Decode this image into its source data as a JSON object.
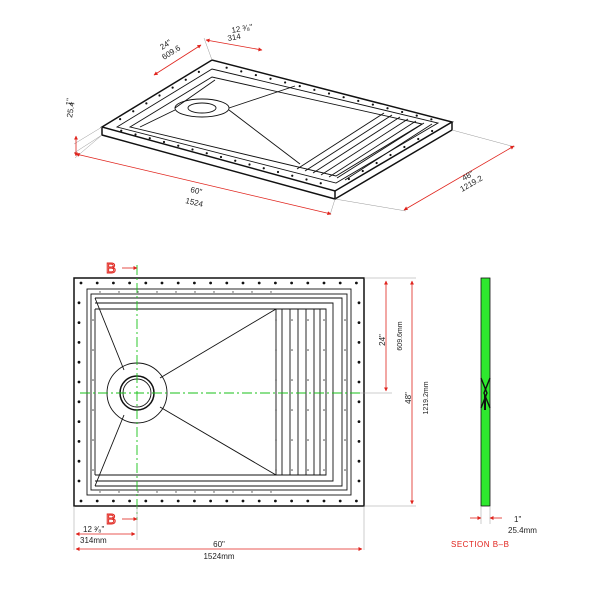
{
  "iso_view": {
    "depth_in": "24\"",
    "depth_mm": "609.6",
    "drain_in": "12 ³⁄₈\"",
    "drain_mm": "314",
    "thickness_in": "1\"",
    "thickness_mm": "25.4",
    "length_in": "60\"",
    "length_mm": "1524",
    "width_in": "48\"",
    "width_mm": "1219.2"
  },
  "plan_view": {
    "section_marker": "B",
    "depth_in": "24\"",
    "depth_mm": "609.6mm",
    "width_in": "48\"",
    "width_mm": "1219.2mm",
    "drain_in": "12 ³⁄₈\"",
    "drain_mm": "314mm",
    "length_in": "60\"",
    "length_mm": "1524mm"
  },
  "section_view": {
    "thickness_in": "1\"",
    "thickness_mm": "25.4mm",
    "title": "SECTION  B–B"
  },
  "colors": {
    "dimension": "#e0231c",
    "centerline": "#19c219",
    "section_fill": "#2ee82e",
    "outline": "#111111"
  }
}
